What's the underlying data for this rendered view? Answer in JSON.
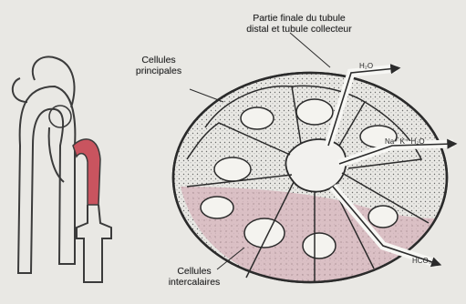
{
  "labels": {
    "title_line1": "Partie finale du tubule",
    "title_line2": "distal et  tubule collecteur",
    "principal_line1": "Cellules",
    "principal_line2": "principales",
    "intercalated_line1": "Cellules",
    "intercalated_line2": "intercalaires",
    "arrow_top": "H₂O",
    "arrow_mid": "Na⁺  K⁺  H₂O",
    "arrow_bottom": "HCO₃⁻"
  },
  "colors": {
    "background": "#e9e8e4",
    "ink": "#2b2b2b",
    "intercalated_tint": "#d6b7bd",
    "highlight_tubule": "#c9545f"
  }
}
